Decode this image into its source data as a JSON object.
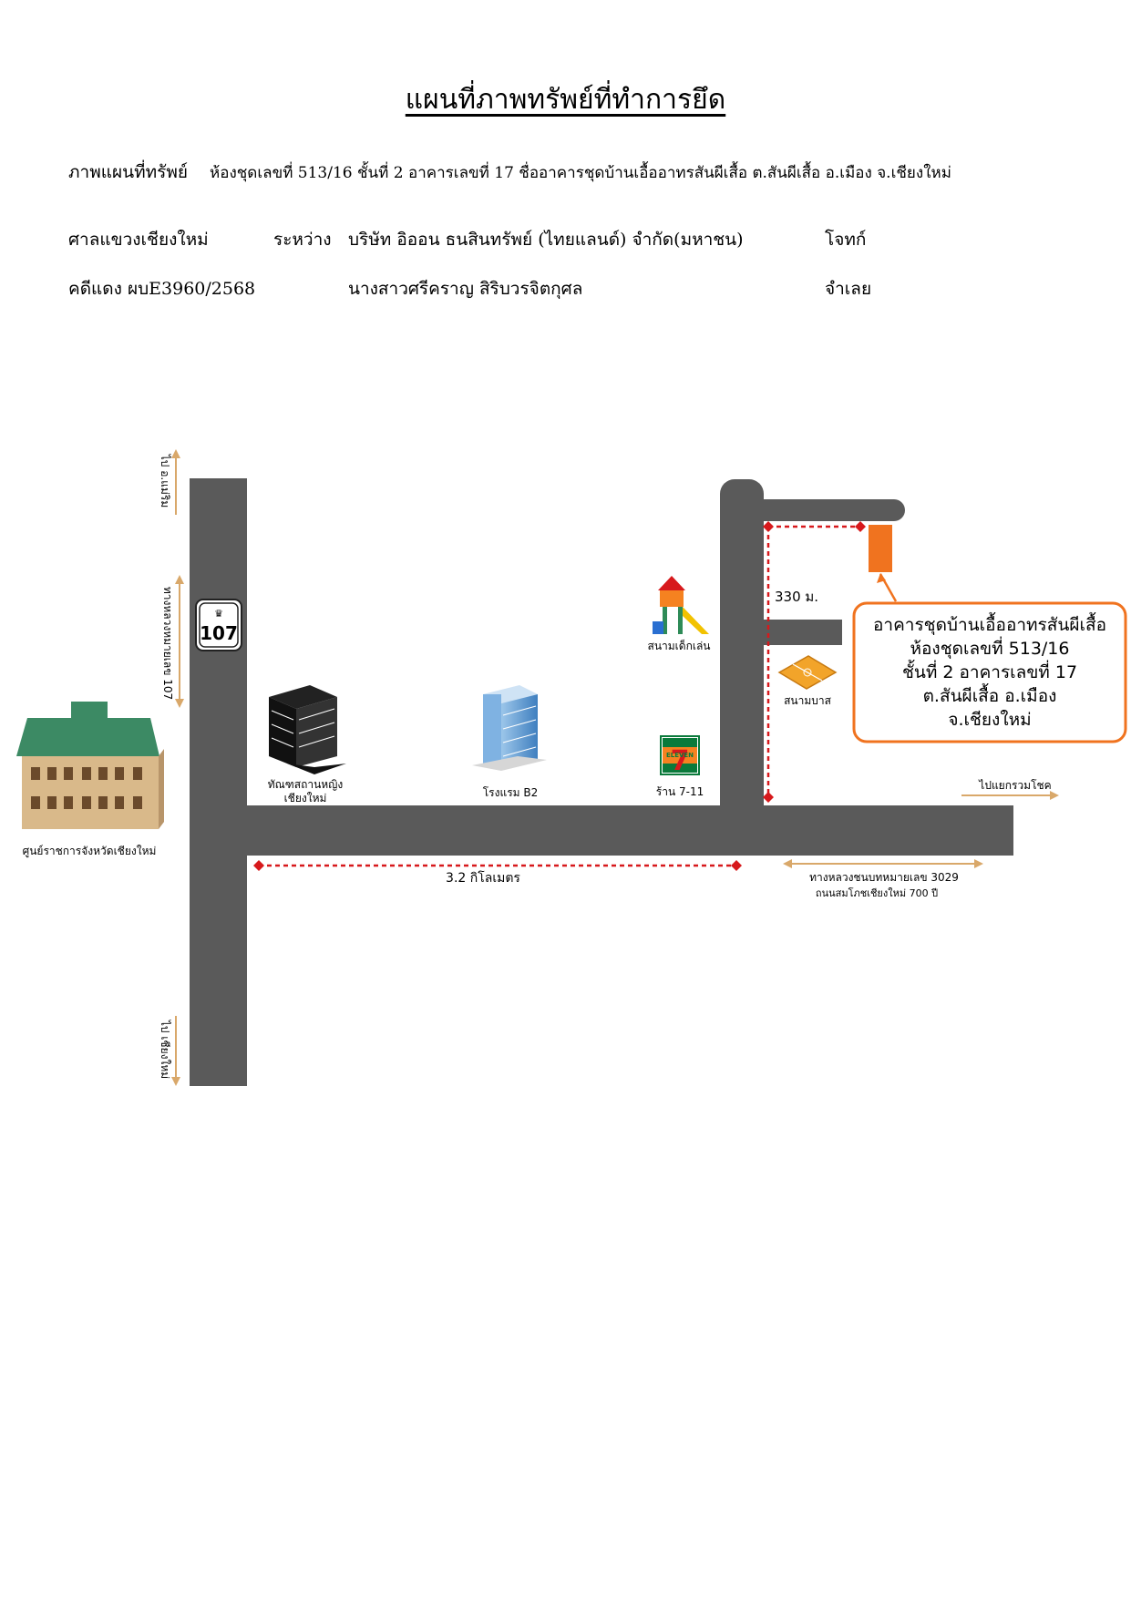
{
  "header": {
    "title": "แผนที่ภาพทรัพย์ที่ทำการยึด",
    "property_label": "ภาพแผนที่ทรัพย์",
    "property_desc": "ห้องชุดเลขที่ 513/16 ชั้นที่ 2 อาคารเลขที่ 17  ชื่ออาคารชุดบ้านเอื้ออาทรสันผีเสื้อ   ต.สันผีเสื้อ อ.เมือง จ.เชียงใหม่",
    "court": "ศาลแขวงเชียงใหม่",
    "between_label": "ระหว่าง",
    "plaintiff_name": "บริษัท อิออน ธนสินทรัพย์ (ไทยแลนด์) จำกัด(มหาชน)",
    "plaintiff_role": "โจทก์",
    "case_no": "คดีแดง ผบE3960/2568",
    "defendant_name": "นางสาวศรีคราญ สิริบวรจิตกุศล",
    "defendant_role": "จำเลย"
  },
  "map": {
    "road_sign_number": "107",
    "to_mae_rim": "ไป อ.แม่ริม",
    "highway_107": "ทางหลวงหมายเลข 107",
    "to_chiang_mai": "ไป เชียงใหม่",
    "gov_center": "ศูนย์ราชการจังหวัดเชียงใหม่",
    "police_station_line1": "ทัณฑสถานหญิง",
    "police_station_line2": "เชียงใหม่",
    "hotel": "โรงแรม B2",
    "store_711": "ร้าน 7-11",
    "seven_eleven_logo": "7",
    "eleven_text": "ELEVEN",
    "playground": "สนามเด็กเล่น",
    "court_field": "สนามบาส",
    "distance_330": "330 ม.",
    "distance_3_2": "3.2 กิโลเมตร",
    "to_ruam_chok": "ไปแยกรวมโชค",
    "highway_3029": "ทางหลวงชนบทหมายเลข 3029",
    "road_700": "ถนนสมโภชเชียงใหม่ 700 ปี",
    "callout": {
      "line1": "อาคารชุดบ้านเอื้ออาทรสันผีเสื้อ",
      "line2": "ห้องชุดเลขที่ 513/16",
      "line3": "ชั้นที่ 2 อาคารเลขที่ 17",
      "line4": "ต.สันผีเสื้อ อ.เมือง",
      "line5": "จ.เชียงใหม่"
    },
    "colors": {
      "road": "#5a5a5a",
      "target": "#f0731f",
      "callout_border": "#f0731f",
      "dashed": "#d7191c",
      "arrow": "#d9a86a"
    }
  }
}
